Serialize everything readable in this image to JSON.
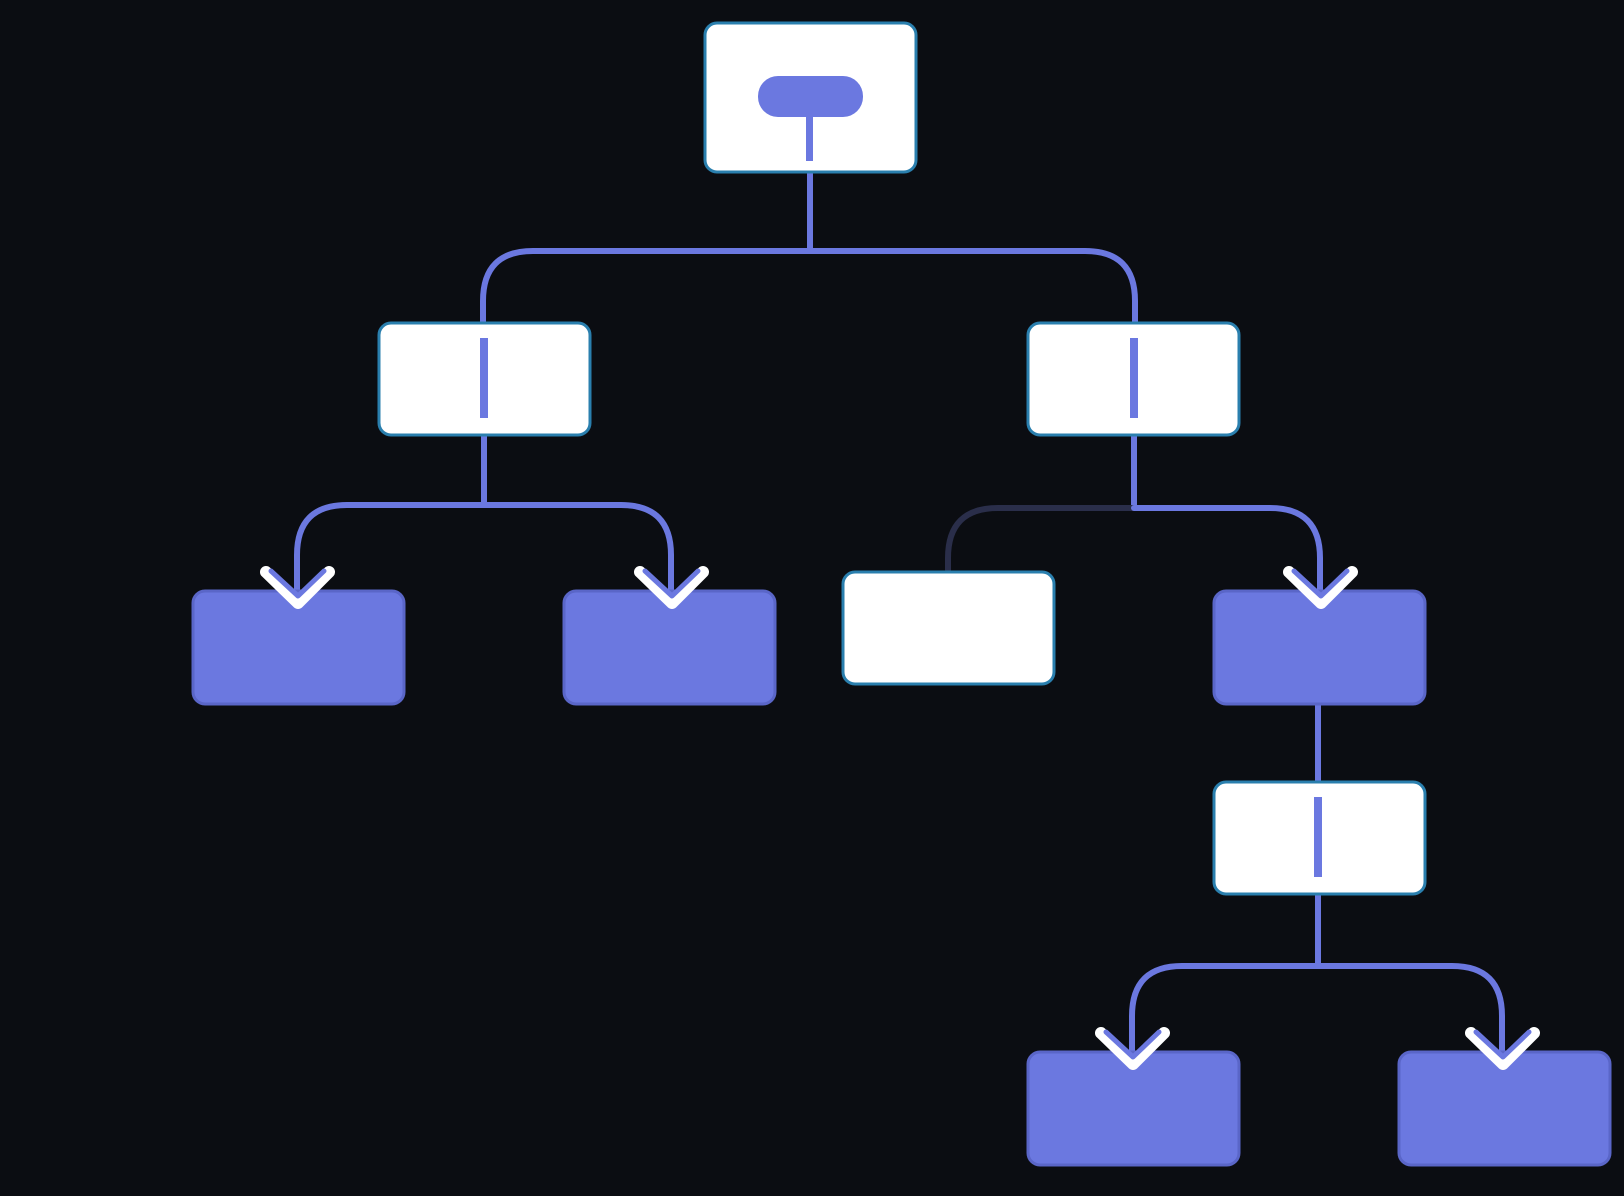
{
  "colors": {
    "background": "#0b0d12",
    "accent": "#6b78e0",
    "accent_dark": "#5a66c8",
    "node_light": "#ffffff",
    "node_light_border": "#2a7fae",
    "faded_connector": "#2a2e4a"
  },
  "diagram": {
    "type": "tree",
    "labels": "none",
    "nodes": [
      {
        "id": "root",
        "kind": "light",
        "glyph": "root-pill-icon"
      },
      {
        "id": "left",
        "kind": "light",
        "glyph": "vertical-bar-icon"
      },
      {
        "id": "right",
        "kind": "light",
        "glyph": "vertical-bar-icon"
      },
      {
        "id": "left-leaf-1",
        "kind": "accent",
        "glyph": "chevron-down-icon"
      },
      {
        "id": "left-leaf-2",
        "kind": "accent",
        "glyph": "chevron-down-icon"
      },
      {
        "id": "right-empty",
        "kind": "light",
        "glyph": "none"
      },
      {
        "id": "right-accent",
        "kind": "accent",
        "glyph": "chevron-down-icon"
      },
      {
        "id": "deep",
        "kind": "light",
        "glyph": "vertical-bar-icon"
      },
      {
        "id": "deep-leaf-1",
        "kind": "accent",
        "glyph": "chevron-down-icon"
      },
      {
        "id": "deep-leaf-2",
        "kind": "accent",
        "glyph": "chevron-down-icon"
      }
    ],
    "edges": [
      {
        "from": "root",
        "to": "left",
        "state": "active"
      },
      {
        "from": "root",
        "to": "right",
        "state": "active"
      },
      {
        "from": "left",
        "to": "left-leaf-1",
        "state": "active"
      },
      {
        "from": "left",
        "to": "left-leaf-2",
        "state": "active"
      },
      {
        "from": "right",
        "to": "right-empty",
        "state": "faded"
      },
      {
        "from": "right",
        "to": "right-accent",
        "state": "active"
      },
      {
        "from": "right-accent",
        "to": "deep",
        "state": "active"
      },
      {
        "from": "deep",
        "to": "deep-leaf-1",
        "state": "active"
      },
      {
        "from": "deep",
        "to": "deep-leaf-2",
        "state": "active"
      }
    ]
  }
}
